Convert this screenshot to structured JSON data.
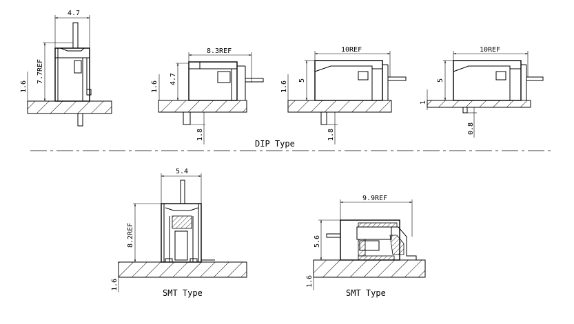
{
  "dip": {
    "caption": "DIP Type",
    "views": [
      {
        "width": "4.7",
        "height": "7.7REF",
        "board": "1.6"
      },
      {
        "width": "8.3REF",
        "height": "4.7",
        "board": "1.6",
        "pin": "1.8"
      },
      {
        "width": "10REF",
        "height": "5",
        "board": "1.6",
        "pin": "1.8"
      },
      {
        "width": "10REF",
        "height": "5",
        "standoff": "1",
        "pin": "0.8"
      }
    ]
  },
  "smt": {
    "caption": "SMT Type",
    "views": [
      {
        "width": "5.4",
        "height": "8.2REF",
        "board": "1.6"
      },
      {
        "width": "9.9REF",
        "height": "5.6",
        "board": "1.6"
      }
    ]
  }
}
